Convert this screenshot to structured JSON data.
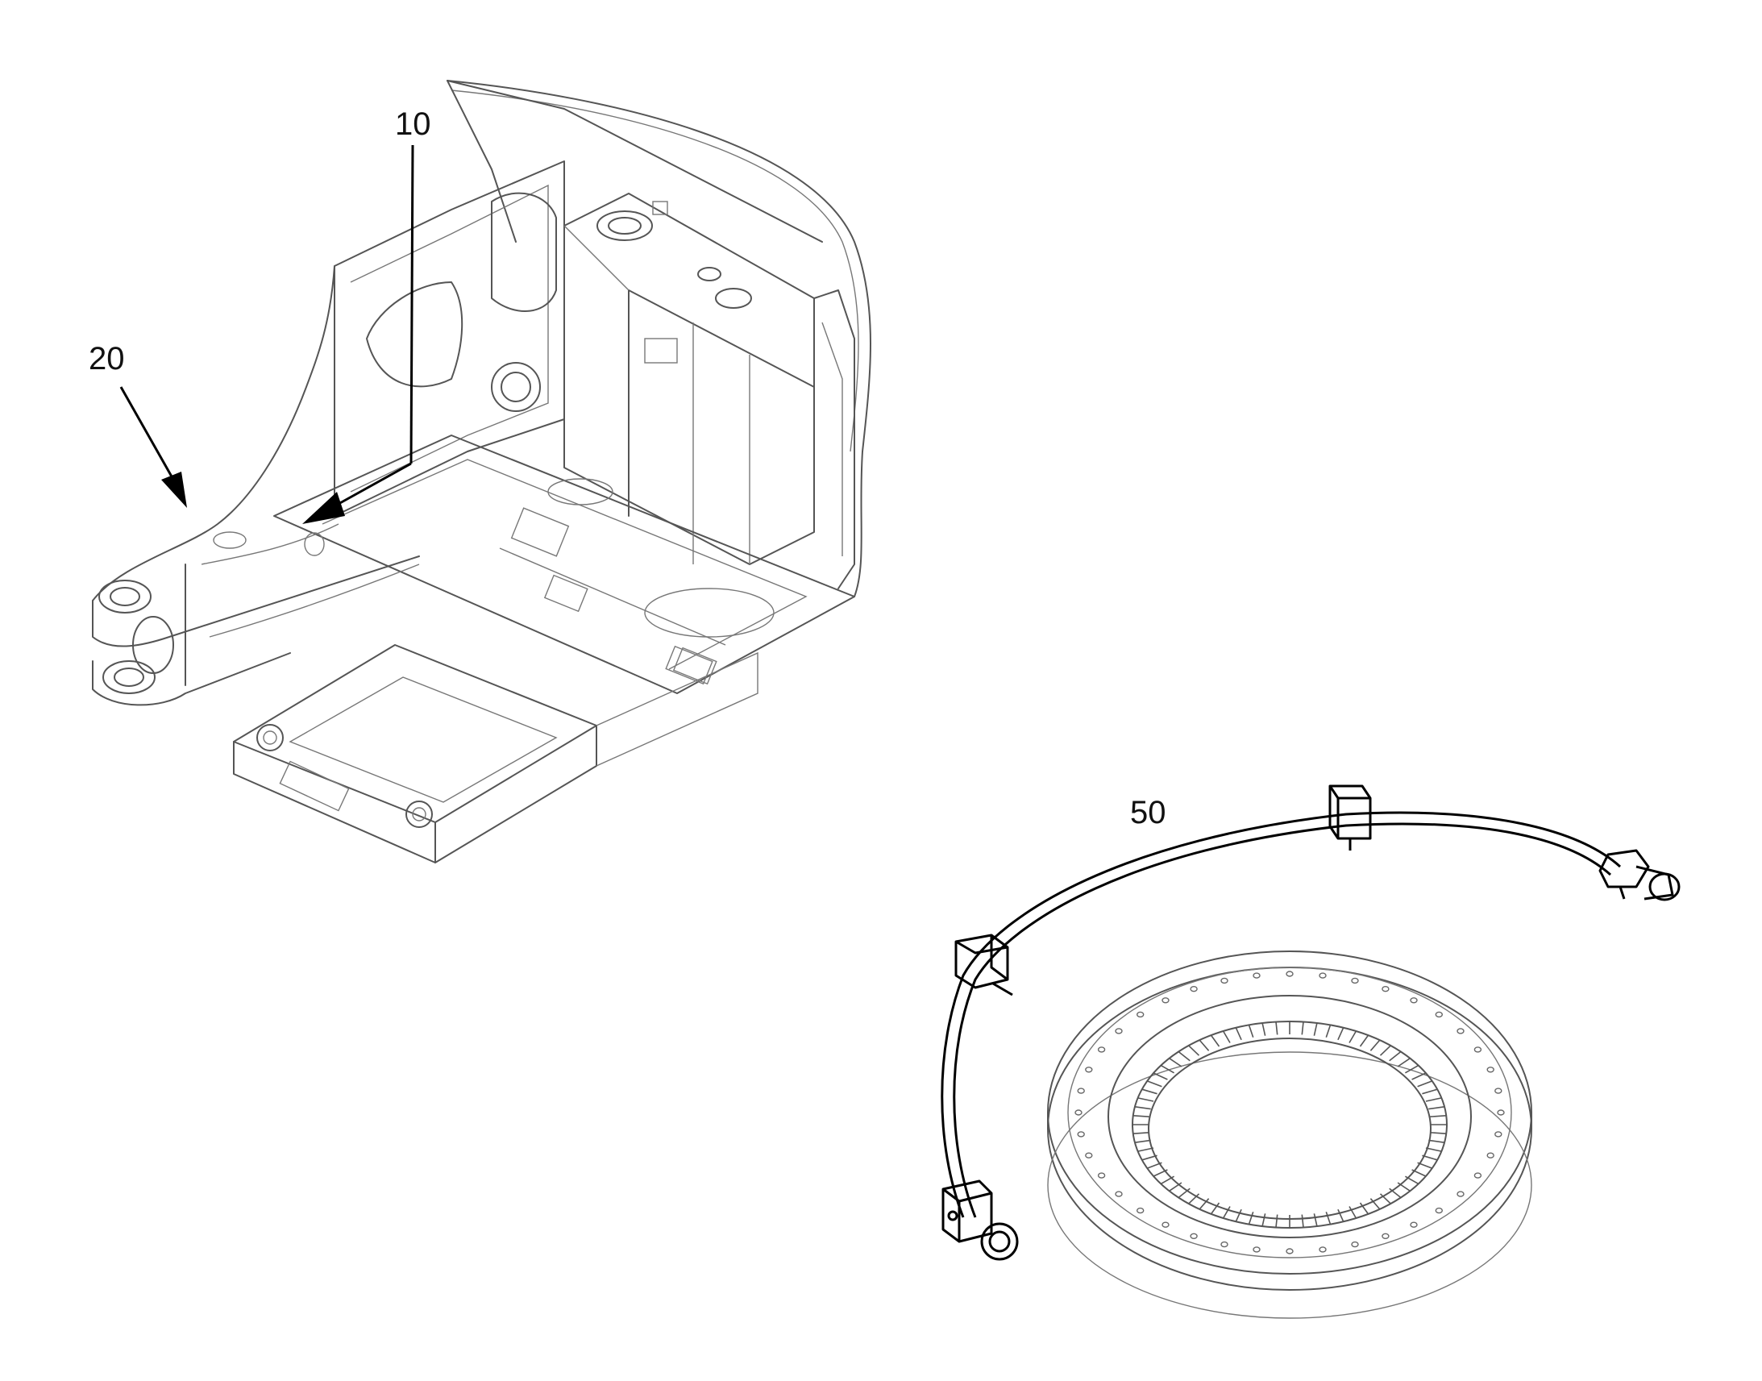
{
  "callouts": {
    "item_10": "10",
    "item_20": "20",
    "item_50": "50"
  },
  "colors": {
    "line": "#555555",
    "leader": "#000000",
    "background": "#ffffff"
  }
}
